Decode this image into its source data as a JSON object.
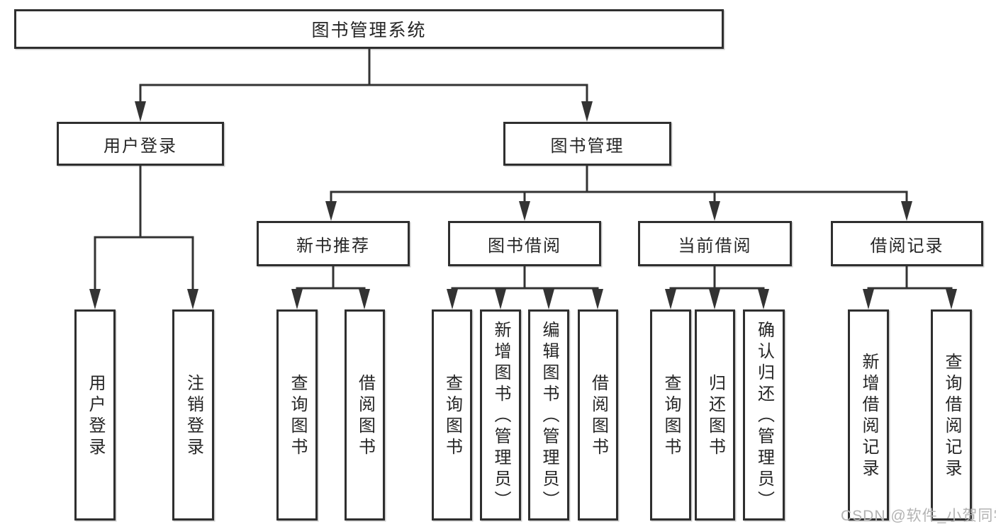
{
  "diagram": {
    "title": "图书管理系统",
    "level2": {
      "user_login": "用户登录",
      "book_mgmt": "图书管理"
    },
    "level3": {
      "new_book_rec": "新书推荐",
      "book_borrow": "图书借阅",
      "current_borrow": "当前借阅",
      "borrow_records": "借阅记录"
    },
    "leaves": {
      "user_login": "用户登录",
      "logout": "注销登录",
      "nbr_query_books": "查询图书",
      "nbr_borrow_books": "借阅图书",
      "bb_query_books": "查询图书",
      "bb_add_books": "新增图书（管理员）",
      "bb_edit_books": "编辑图书（管理员）",
      "bb_borrow_books": "借阅图书",
      "cb_query_books": "查询图书",
      "cb_return_books": "归还图书",
      "cb_confirm_return": "确认归还（管理员）",
      "br_add_record": "新增借阅记录",
      "br_query_record": "查询借阅记录"
    },
    "watermark": "CSDN @软件_小贺同学",
    "colors": {
      "line": "#333333",
      "box_border": "#2f2f2f",
      "box_fill": "#ffffff",
      "text": "#262626",
      "watermark": "#b3b3b3",
      "background": "#ffffff"
    }
  }
}
